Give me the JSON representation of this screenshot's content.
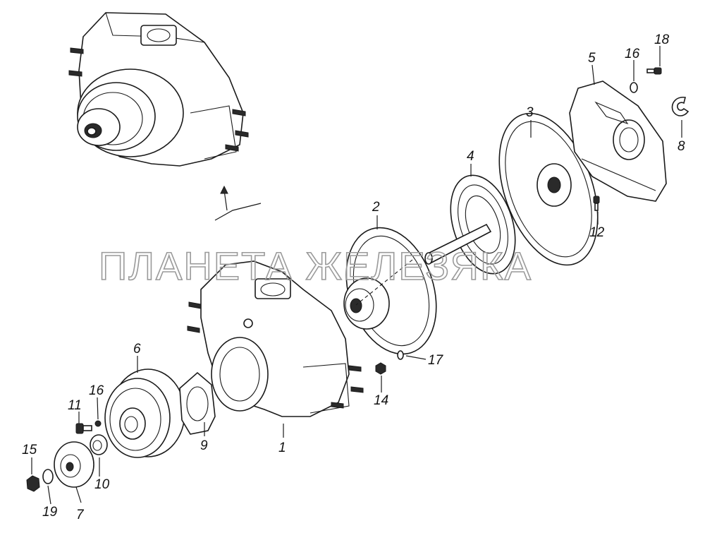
{
  "watermark": "ПЛАНЕТА ЖЕЛЕЗЯКА",
  "callouts": {
    "c1": "1",
    "c2": "2",
    "c3": "3",
    "c4": "4",
    "c5": "5",
    "c6": "6",
    "c7": "7",
    "c8": "8",
    "c9": "9",
    "c10": "10",
    "c11": "11",
    "c12": "12",
    "c14": "14",
    "c15": "15",
    "c16a": "16",
    "c16b": "16",
    "c17": "17",
    "c18": "18",
    "c19": "19"
  }
}
